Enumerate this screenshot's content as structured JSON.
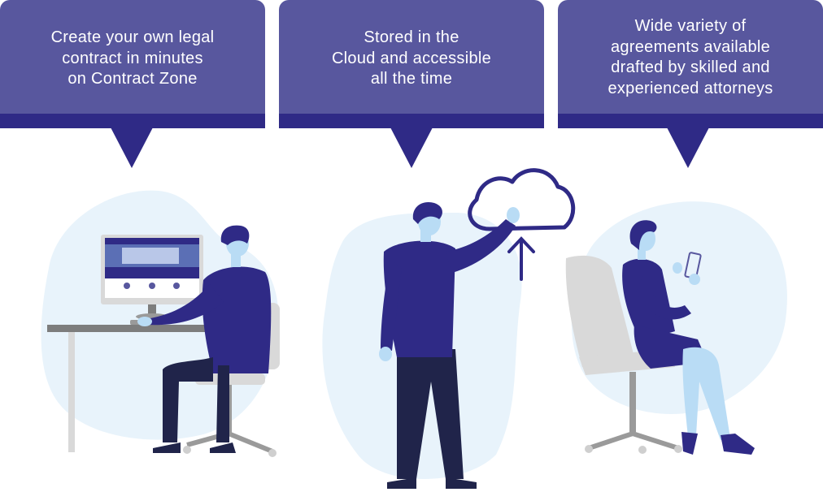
{
  "colors": {
    "panel": "#58579e",
    "panel_band": "#2f2a86",
    "navy": "#2f2a86",
    "dark_navy": "#20244a",
    "skin": "#b9dcf5",
    "blob": "#e8f3fb",
    "chair": "#d9d9d9",
    "desk": "#7d7d7d"
  },
  "panels": [
    {
      "lines": [
        "Create your own legal",
        "contract in minutes",
        "on Contract Zone"
      ]
    },
    {
      "lines": [
        "Stored in the",
        "Cloud and accessible",
        "all the time"
      ]
    },
    {
      "lines": [
        "Wide variety of",
        "agreements available",
        "drafted by skilled and",
        "experienced attorneys"
      ]
    }
  ],
  "illustrations": {
    "left": "person-at-desktop-computer",
    "center": "person-touching-cloud-upload-icon",
    "right": "person-reading-tablet-in-chair"
  }
}
